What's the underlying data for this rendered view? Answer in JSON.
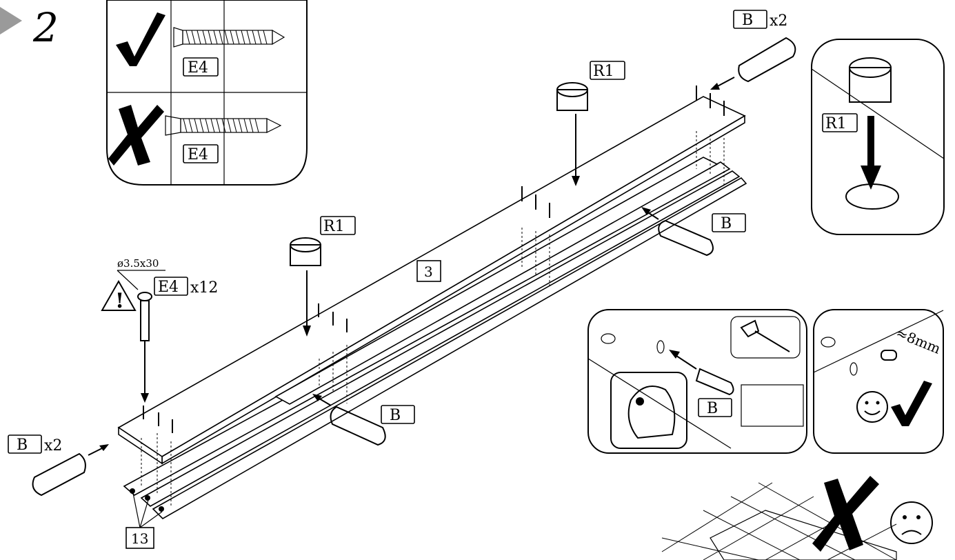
{
  "step": {
    "number": "2"
  },
  "screw_inset": {
    "correct_label": "E4",
    "wrong_label": "E4"
  },
  "labels": {
    "b_top_right": "B",
    "b_top_right_qty": "x2",
    "r1_top": "R1",
    "r1_middle": "R1",
    "r1_inset": "R1",
    "b_middle_right": "B",
    "b_middle_left": "B",
    "b_left": "B",
    "b_left_qty": "x2",
    "e4": "E4",
    "e4_qty": "x12",
    "screw_spec": "ø3.5x30",
    "part_3": "3",
    "part_13": "13",
    "b_hammer_inset": "B",
    "depth": "≈8mm"
  }
}
